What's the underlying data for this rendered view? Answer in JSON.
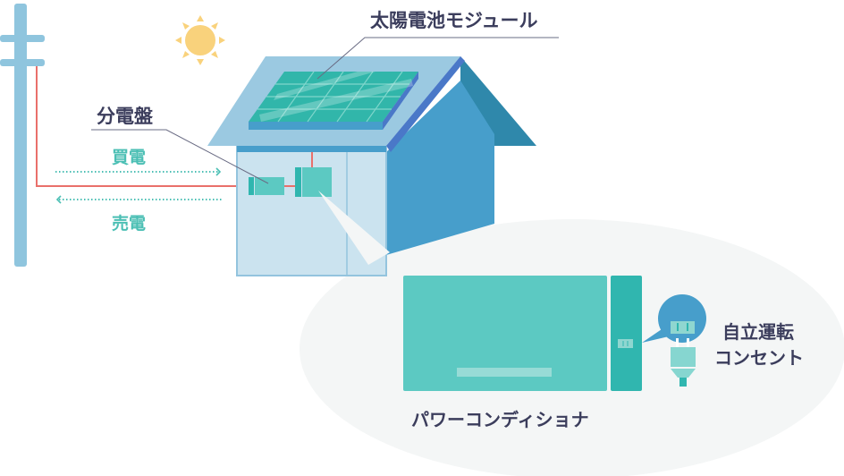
{
  "labels": {
    "solar_module": "太陽電池モジュール",
    "distribution_board": "分電盤",
    "buy_power": "買電",
    "sell_power": "売電",
    "standalone_line1": "自立運転",
    "standalone_line2": "コンセント",
    "power_conditioner": "パワーコンディショナ"
  },
  "colors": {
    "label_text": "#3b3d5c",
    "flow_text": "#4bbfb4",
    "wire": "#e9706b",
    "pole": "#8fc5de",
    "roof": "#9bc9e1",
    "gable": "#479ecb",
    "roof_dark": "#2f88ab",
    "panel": "#31b6aa",
    "pcs_main": "#5cc9c2",
    "pcs_side": "#30b6af",
    "callout": "#f4f6f6",
    "sun": "#f9d27c"
  }
}
